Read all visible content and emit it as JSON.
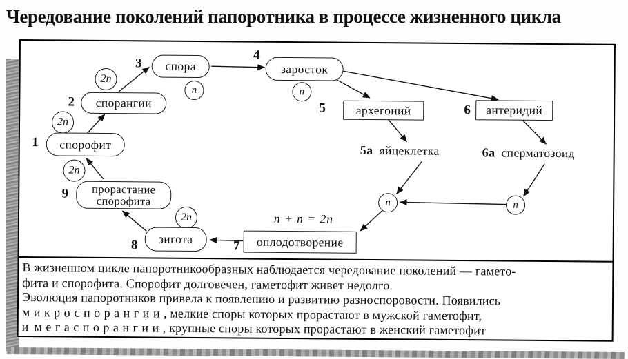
{
  "title": "Чередование поколений папоротника в процессе жизненного цикла",
  "diagram": {
    "diploid": "2n",
    "haploid": "n",
    "formula": "n + n = 2n",
    "nodes": {
      "sporophyte": {
        "num": "1",
        "label": "спорофит"
      },
      "sporangia": {
        "num": "2",
        "label": "спорангии"
      },
      "spore": {
        "num": "3",
        "label": "спора"
      },
      "prothallium": {
        "num": "4",
        "label": "заросток"
      },
      "archegonium": {
        "num": "5",
        "label": "архегоний"
      },
      "antheridium": {
        "num": "6",
        "label": "антеридий"
      },
      "egg": {
        "num": "5а",
        "label": "яйцеклетка"
      },
      "sperm": {
        "num": "6а",
        "label": "сперматозоид"
      },
      "fertilization": {
        "num": "7",
        "label": "оплодотворение"
      },
      "zygote": {
        "num": "8",
        "label": "зигота"
      },
      "germination": {
        "num": "9",
        "label": "прорастание спорофита"
      }
    },
    "edges": [
      [
        "sporophyte",
        "sporangia"
      ],
      [
        "sporangia",
        "spore"
      ],
      [
        "spore",
        "prothallium"
      ],
      [
        "prothallium",
        "archegonium"
      ],
      [
        "prothallium",
        "antheridium"
      ],
      [
        "archegonium",
        "egg"
      ],
      [
        "antheridium",
        "sperm"
      ],
      [
        "egg",
        "gamete-n-left"
      ],
      [
        "sperm",
        "gamete-n-right"
      ],
      [
        "gamete-n-right",
        "gamete-n-left"
      ],
      [
        "gamete-n-left",
        "fertilization"
      ],
      [
        "fertilization",
        "zygote"
      ],
      [
        "zygote",
        "germination"
      ],
      [
        "germination",
        "sporophyte"
      ]
    ]
  },
  "caption": {
    "line1": "В жизненном цикле папоротникообразных наблюдается чередование поколений — гамето-",
    "line2": "фита и спорофита. Спорофит долговечен, гаметофит живет недолго.",
    "line3": "Эволюция папоротников привела к появлению и развитию разноспоровости. Появились",
    "line4_spaced": "микроспорангии",
    "line4_rest": ", мелкие споры которых прорастают в мужской гаметофит,",
    "line5_prefix": "и",
    "line5_spaced": "мегаспорангии",
    "line5_rest": ", крупные споры которых прорастают в женский гаметофит"
  }
}
